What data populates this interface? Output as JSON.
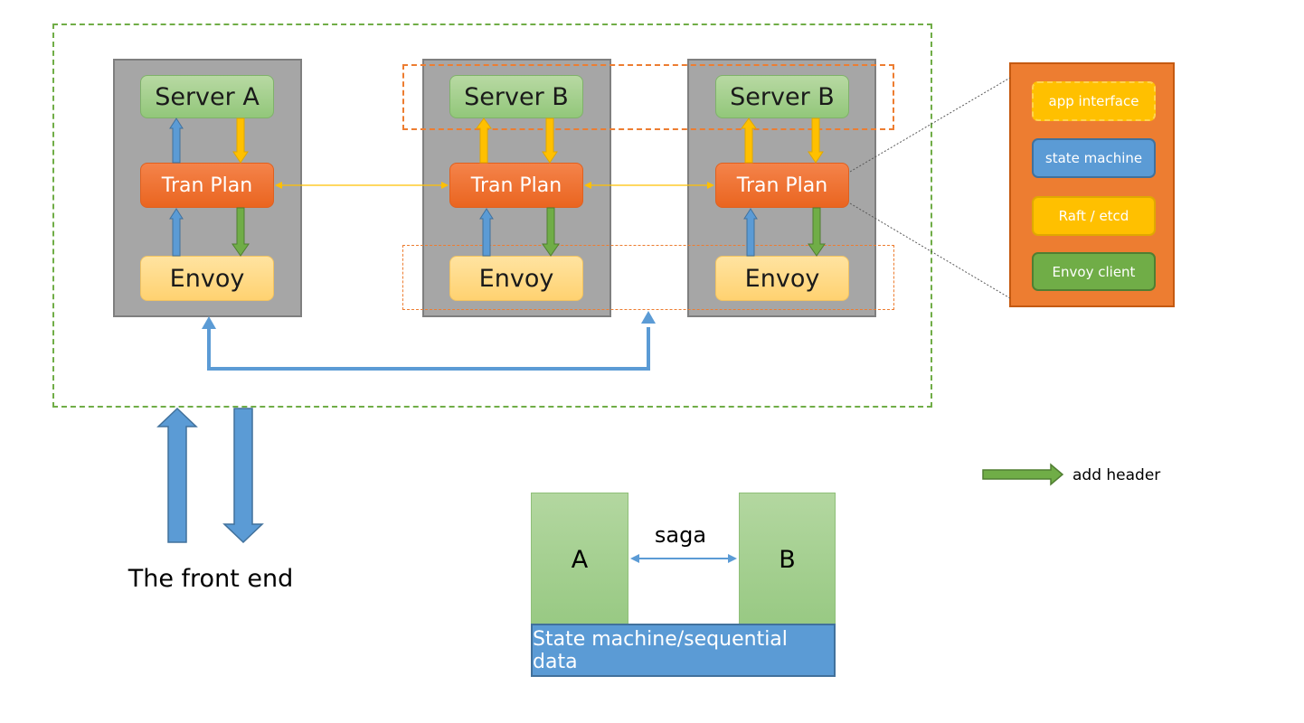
{
  "nodes": [
    {
      "server": "Server A",
      "tran": "Tran Plan",
      "envoy": "Envoy"
    },
    {
      "server": "Server B",
      "tran": "Tran Plan",
      "envoy": "Envoy"
    },
    {
      "server": "Server B",
      "tran": "Tran Plan",
      "envoy": "Envoy"
    }
  ],
  "legend_panel": {
    "items": [
      "app interface",
      "state machine",
      "Raft / etcd",
      "Envoy client"
    ]
  },
  "front_end_label": "The front end",
  "add_header_label": "add header",
  "saga": {
    "left": "A",
    "right": "B",
    "link_label": "saga",
    "base": "State machine/sequential data"
  },
  "colors": {
    "green_border": "#70ad47",
    "orange": "#ed7d31",
    "blue_arrow": "#5b9bd5",
    "yellow_arrow": "#ffc000",
    "green_arrow": "#70ad47",
    "node_gray": "#a6a6a6"
  }
}
